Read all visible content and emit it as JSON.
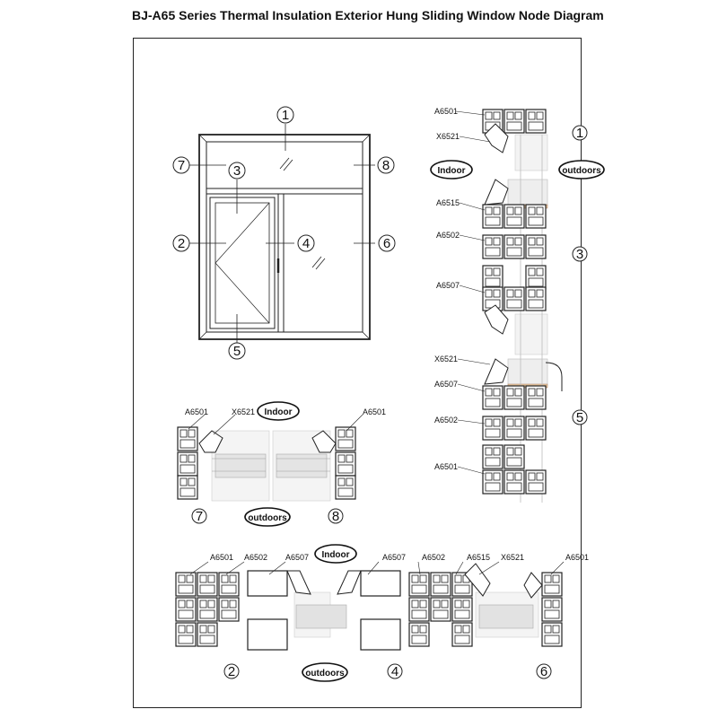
{
  "title": "BJ-A65 Series Thermal Insulation Exterior Hung Sliding Window Node Diagram",
  "labels": {
    "indoor": "Indoor",
    "outdoors": "outdoors"
  },
  "node_numbers": [
    "1",
    "2",
    "3",
    "4",
    "5",
    "6",
    "7",
    "8"
  ],
  "profile_codes": {
    "A6501": "A6501",
    "X6521": "X6521",
    "A6515": "A6515",
    "A6502": "A6502",
    "A6507": "A6507"
  },
  "colors": {
    "line": "#222222",
    "glass": "#d8d8d8",
    "accent": "#e8c8a0"
  }
}
